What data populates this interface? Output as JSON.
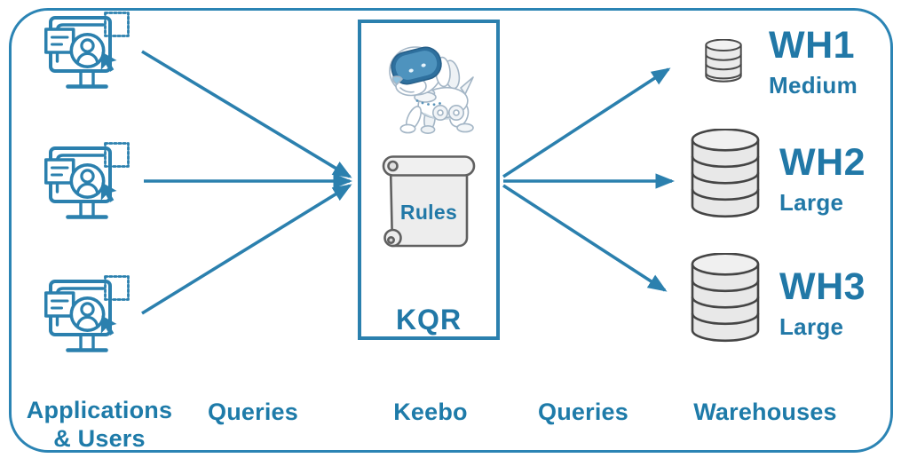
{
  "colors": {
    "accent_blue": "#2b80ae",
    "border_blue": "#2b84b4",
    "heading_blue": "#2178a7",
    "label_blue": "#1e7ba9",
    "cylinder_fill": "#e8e8e8",
    "cylinder_stroke": "#454545",
    "scroll_fill": "#ededed",
    "scroll_stroke": "#606060"
  },
  "center": {
    "rules": "Rules",
    "title": "KQR"
  },
  "warehouses": [
    {
      "name": "WH1",
      "size": "Medium",
      "cylinder": "small"
    },
    {
      "name": "WH2",
      "size": "Large",
      "cylinder": "large"
    },
    {
      "name": "WH3",
      "size": "Large",
      "cylinder": "large"
    }
  ],
  "labels": {
    "sources": "Applications & Users",
    "queries_left": "Queries",
    "engine": "Keebo",
    "queries_right": "Queries",
    "targets": "Warehouses"
  },
  "icons": {
    "left_sources": "application-monitor-user-icon",
    "center_top": "robot-dog-icon",
    "center_middle": "rules-scroll-icon",
    "right_targets": "database-cylinder-icon",
    "arrows": "flow-arrow"
  }
}
